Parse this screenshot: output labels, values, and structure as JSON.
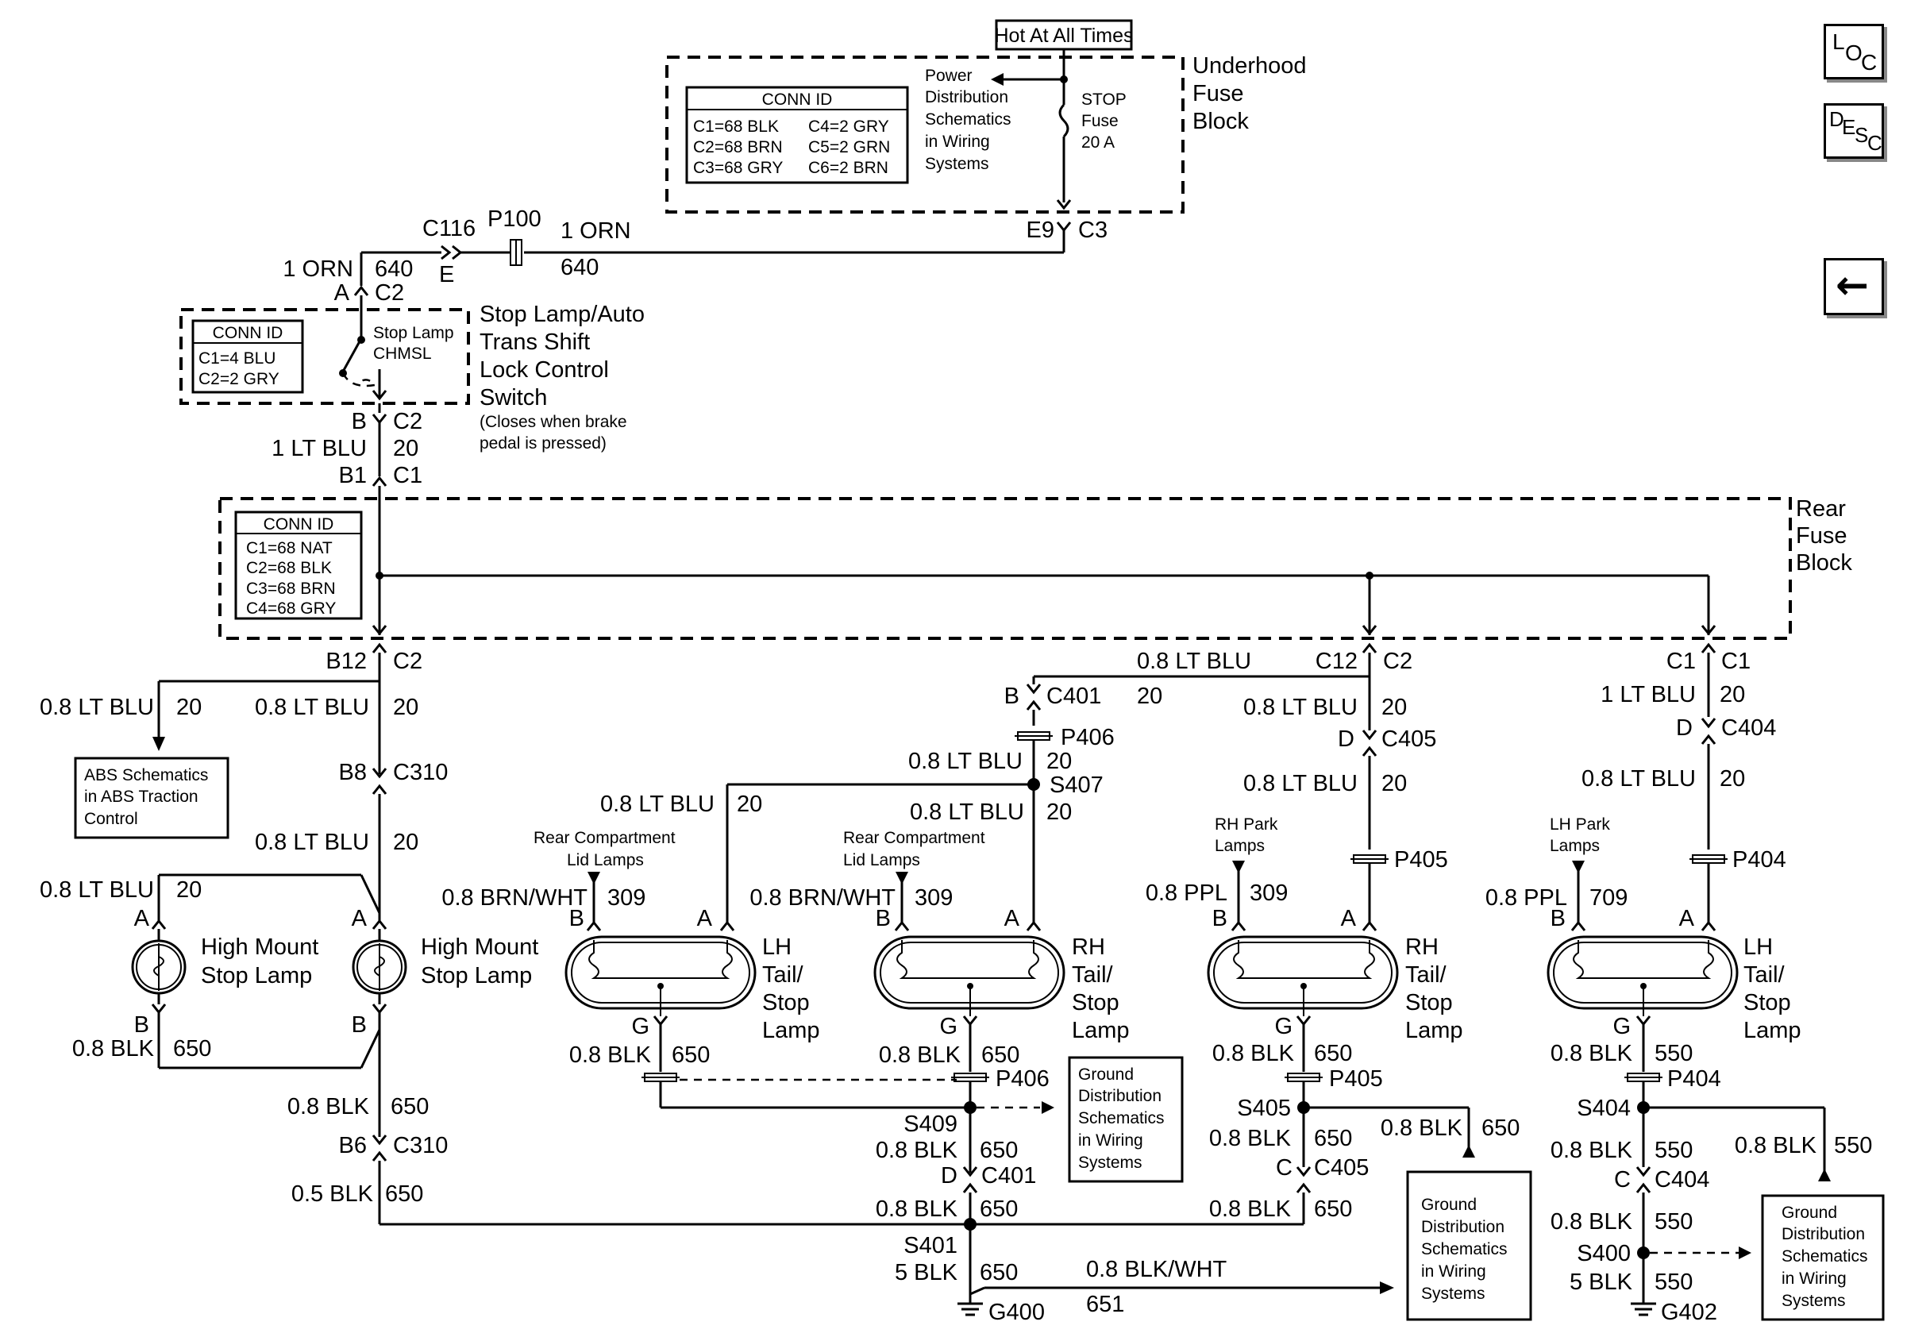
{
  "nav": {
    "loc": "LOC",
    "desc": "DESC",
    "back_glyph": "←"
  },
  "header": {
    "hot_at_all_times": "Hot At All Times"
  },
  "underhood": {
    "name": [
      "Underhood",
      "Fuse",
      "Block"
    ],
    "conn_title": "CONN ID",
    "conn_left": [
      "C1=68 BLK",
      "C2=68 BRN",
      "C3=68 GRY"
    ],
    "conn_right": [
      "C4=2 GRY",
      "C5=2 GRN",
      "C6=2 BRN"
    ],
    "power_ref": [
      "Power",
      "Distribution",
      "Schematics",
      "in Wiring",
      "Systems"
    ],
    "fuse": [
      "STOP",
      "Fuse",
      "20 A"
    ],
    "out_left": "E9",
    "out_right": "C3"
  },
  "top_wire": {
    "c116": "C116",
    "p100": "P100",
    "e": "E",
    "left_color": "1 ORN",
    "left_circuit": "640",
    "right_color": "1 ORN",
    "right_circuit": "640"
  },
  "switch": {
    "pin_a": "A",
    "conn_a": "C2",
    "name": [
      "Stop Lamp/Auto",
      "Trans Shift",
      "Lock Control",
      "Switch"
    ],
    "note": [
      "(Closes when brake",
      "pedal is pressed)"
    ],
    "conn_title": "CONN ID",
    "conn": [
      "C1=4 BLU",
      "C2=2 GRY"
    ],
    "inner": [
      "Stop Lamp",
      "CHMSL"
    ],
    "pin_b": "B",
    "conn_b": "C2",
    "wire_color": "1 LT BLU",
    "wire_circuit": "20",
    "pin_b1": "B1",
    "conn_c1": "C1"
  },
  "rear_fuse": {
    "name": [
      "Rear",
      "Fuse",
      "Block"
    ],
    "conn_title": "CONN ID",
    "conn": [
      "C1=68 NAT",
      "C2=68 BLK",
      "C3=68 BRN",
      "C4=68 GRY"
    ],
    "b12": "B12",
    "c2a": "C2",
    "c12": "C12",
    "c2b": "C2",
    "c1a": "C1",
    "c1b": "C1"
  },
  "left": {
    "abs_color": "0.8 LT BLU",
    "abs_circuit": "20",
    "abs_ref": [
      "ABS Schematics",
      "in ABS Traction",
      "Control"
    ],
    "w1_color": "0.8 LT BLU",
    "w1_circuit": "20",
    "b8": "B8",
    "c310a": "C310",
    "w2_color": "0.8 LT BLU",
    "w2_circuit": "20",
    "hm1_color": "0.8 LT BLU",
    "hm1_circuit": "20",
    "lamp_name": [
      "High Mount",
      "Stop Lamp"
    ],
    "pin_a": "A",
    "pin_b": "B",
    "hm_gnd_color": "0.8 BLK",
    "hm_gnd_circuit": "650",
    "g1_color": "0.8 BLK",
    "g1_circuit": "650",
    "b6": "B6",
    "c310b": "C310",
    "g2_color": "0.5 BLK",
    "g2_circuit": "650"
  },
  "center": {
    "c12_color": "0.8 LT BLU",
    "pin_b": "B",
    "c401": "C401",
    "c401_circuit": "20",
    "p406": "P406",
    "p406_color": "0.8 LT BLU",
    "p406_circuit": "20",
    "s407": "S407",
    "lh_feed_color": "0.8 LT BLU",
    "lh_feed_circuit": "20",
    "rh_feed_color": "0.8 LT BLU",
    "rh_feed_circuit": "20",
    "rc_lamps": [
      "Rear Compartment",
      "Lid Lamps"
    ],
    "park_color": "0.8 BRN/WHT",
    "park_circuit": "309",
    "pin_a": "A",
    "pin_g": "G",
    "lh_name": [
      "LH",
      "Tail/",
      "Stop",
      "Lamp"
    ],
    "rh_name": [
      "RH",
      "Tail/",
      "Stop",
      "Lamp"
    ],
    "gnd_color": "0.8 BLK",
    "gnd_circuit": "650",
    "p406b": "P406",
    "ground_ref": [
      "Ground",
      "Distribution",
      "Schematics",
      "in Wiring",
      "Systems"
    ],
    "s409": "S409",
    "s409_color": "0.8 BLK",
    "s409_circuit": "650",
    "pin_d": "D",
    "c401b": "C401",
    "bus_color": "0.8 BLK",
    "bus_circuit": "650",
    "s401": "S401",
    "g400_color": "5 BLK",
    "g400_circuit": "650",
    "g400": "G400",
    "blkwht_color": "0.8 BLK/WHT",
    "blkwht_circuit": "651"
  },
  "rh_side": {
    "w1_color": "0.8 LT BLU",
    "w1_circuit": "20",
    "pin_d": "D",
    "c405": "C405",
    "w2_color": "0.8 LT BLU",
    "w2_circuit": "20",
    "park": [
      "RH Park",
      "Lamps"
    ],
    "park_color": "0.8 PPL",
    "park_circuit": "309",
    "p405": "P405",
    "pin_b": "B",
    "pin_a": "A",
    "pin_g": "G",
    "name": [
      "RH",
      "Tail/",
      "Stop",
      "Lamp"
    ],
    "gnd_color": "0.8 BLK",
    "gnd_circuit": "650",
    "p405b": "P405",
    "s405": "S405",
    "s405_color": "0.8 BLK",
    "s405_circuit": "650",
    "s405b_color": "0.8 BLK",
    "s405b_circuit": "650",
    "pin_c": "C",
    "c405b": "C405",
    "bus_color": "0.8 BLK",
    "bus_circuit": "650",
    "ground_ref": [
      "Ground",
      "Distribution",
      "Schematics",
      "in Wiring",
      "Systems"
    ]
  },
  "lh_side": {
    "w1_color": "1 LT BLU",
    "w1_circuit": "20",
    "pin_d": "D",
    "c404": "C404",
    "w2_color": "0.8 LT BLU",
    "w2_circuit": "20",
    "park": [
      "LH Park",
      "Lamps"
    ],
    "park_color": "0.8 PPL",
    "park_circuit": "709",
    "p404": "P404",
    "pin_b": "B",
    "pin_a": "A",
    "pin_g": "G",
    "name": [
      "LH",
      "Tail/",
      "Stop",
      "Lamp"
    ],
    "gnd_color": "0.8 BLK",
    "gnd_circuit": "550",
    "p404b": "P404",
    "s404": "S404",
    "s404_color": "0.8 BLK",
    "s404_circuit": "550",
    "s404b_color": "0.8 BLK",
    "s404b_circuit": "550",
    "pin_c": "C",
    "c404b": "C404",
    "w3_color": "0.8 BLK",
    "w3_circuit": "550",
    "s400": "S400",
    "g402_color": "5 BLK",
    "g402_circuit": "550",
    "g402": "G402",
    "ground_ref": [
      "Ground",
      "Distribution",
      "Schematics",
      "in Wiring",
      "Systems"
    ]
  }
}
